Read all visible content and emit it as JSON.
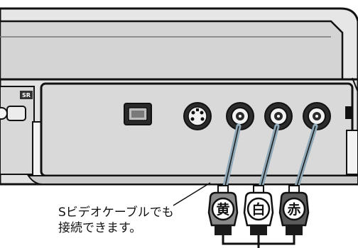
{
  "device": {
    "badge": "SR"
  },
  "plugs": [
    {
      "label": "黄",
      "color": "#8a8a8a"
    },
    {
      "label": "白",
      "color": "#ffffff"
    },
    {
      "label": "赤",
      "color": "#5a5a5a"
    }
  ],
  "caption": {
    "line1": "Sビデオケーブルでも",
    "line2": "接続できます。"
  }
}
